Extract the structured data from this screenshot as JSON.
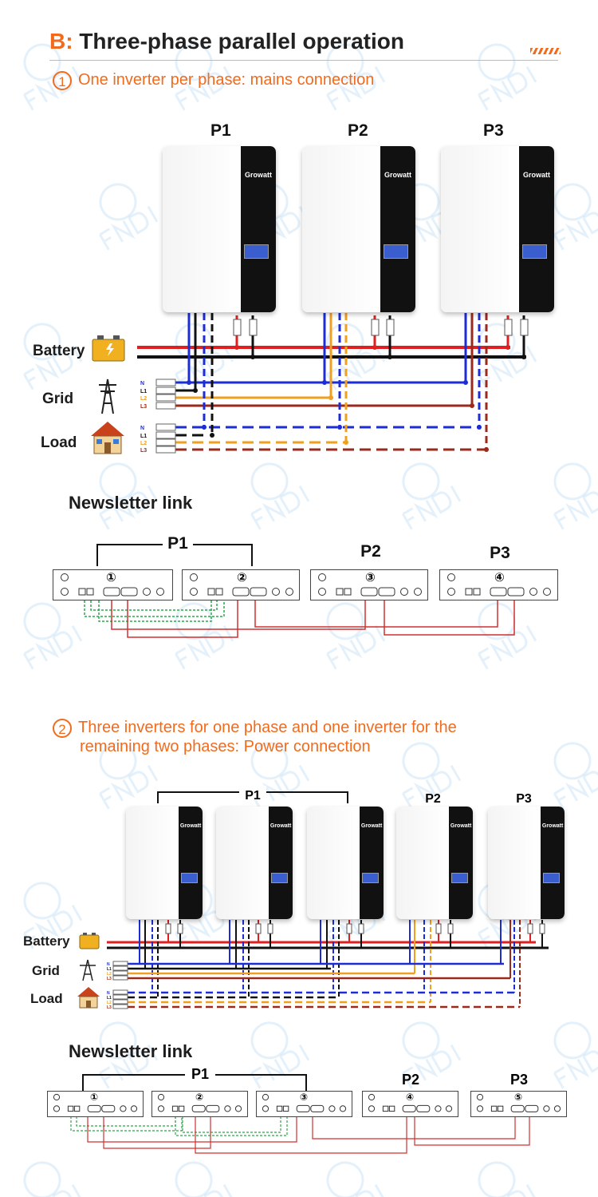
{
  "header": {
    "prefix": "B:",
    "title": "Three-phase parallel operation"
  },
  "section1": {
    "number": "1",
    "title": "One inverter per phase: mains connection",
    "inverter_labels": [
      "P1",
      "P2",
      "P3"
    ],
    "brand": "Growatt",
    "sources": {
      "battery": "Battery",
      "grid": "Grid",
      "load": "Load"
    },
    "line_labels": [
      "N",
      "L1",
      "L2",
      "L3"
    ],
    "link_title": "Newsletter link",
    "link_groups": [
      "P1",
      "P2",
      "P3"
    ],
    "port_numbers": [
      "①",
      "②",
      "③",
      "④"
    ]
  },
  "section2": {
    "number": "2",
    "title_line1": "Three inverters for one phase and one inverter for the",
    "title_line2": "remaining two phases: Power connection",
    "inverter_groups": [
      "P1",
      "P2",
      "P3"
    ],
    "brand": "Growatt",
    "sources": {
      "battery": "Battery",
      "grid": "Grid",
      "load": "Load"
    },
    "line_labels": [
      "N",
      "L1",
      "L2",
      "L3"
    ],
    "link_title": "Newsletter link",
    "link_groups": [
      "P1",
      "P2",
      "P3"
    ],
    "port_numbers": [
      "①",
      "②",
      "③",
      "④",
      "⑤"
    ]
  },
  "watermark": "FNDI",
  "colors": {
    "accent": "#f26b1d",
    "battery_pos": "#e02020",
    "neutral": "#1c2dd6",
    "l1": "#1c1c1c",
    "l2": "#f0a020",
    "l3": "#9a2a1c",
    "comm_green": "#2aa84a",
    "comm_red": "#d03030"
  }
}
